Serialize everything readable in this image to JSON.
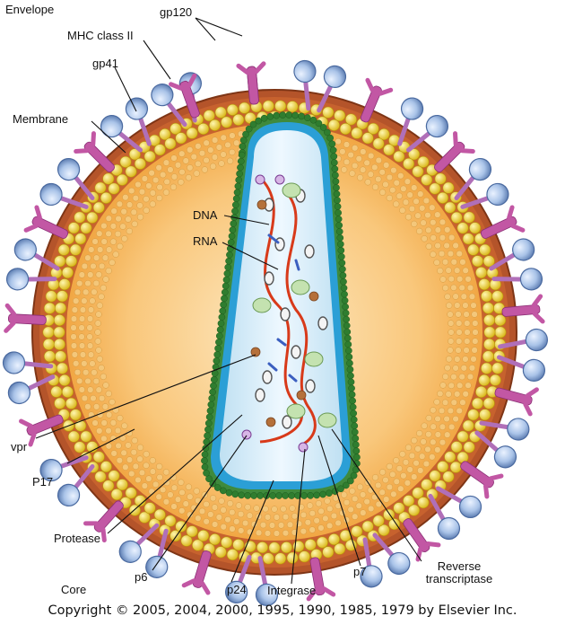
{
  "labels": {
    "envelope": "Envelope",
    "gp120": "gp120",
    "mhc": "MHC class II",
    "gp41": "gp41",
    "membrane": "Membrane",
    "dna": "DNA",
    "rna": "RNA",
    "vpr": "vpr",
    "p17": "P17",
    "protease": "Protease",
    "p6": "p6",
    "core": "Core",
    "p24": "p24",
    "integrase": "Integrase",
    "p7": "p7",
    "reverse_transcriptase_line1": "Reverse",
    "reverse_transcriptase_line2": "transcriptase"
  },
  "copyright": "Copyright © 2005, 2004, 2000, 1995, 1990, 1985, 1979 by Elsevier Inc.",
  "colors": {
    "envelope_rim": "#b4542a",
    "lipid_heads": "#f2d335",
    "capsid_inner": "#f7b35a",
    "core_shell_green": "#3f8a3d",
    "core_shell_blue": "#2b9fd6",
    "core_interior": "#cfe8f5",
    "gp120_knob": "#a9c3e8",
    "gp41_stalk": "#b06fb8",
    "mhc_protein": "#c257a4",
    "rna_strand": "#d83a1a"
  }
}
